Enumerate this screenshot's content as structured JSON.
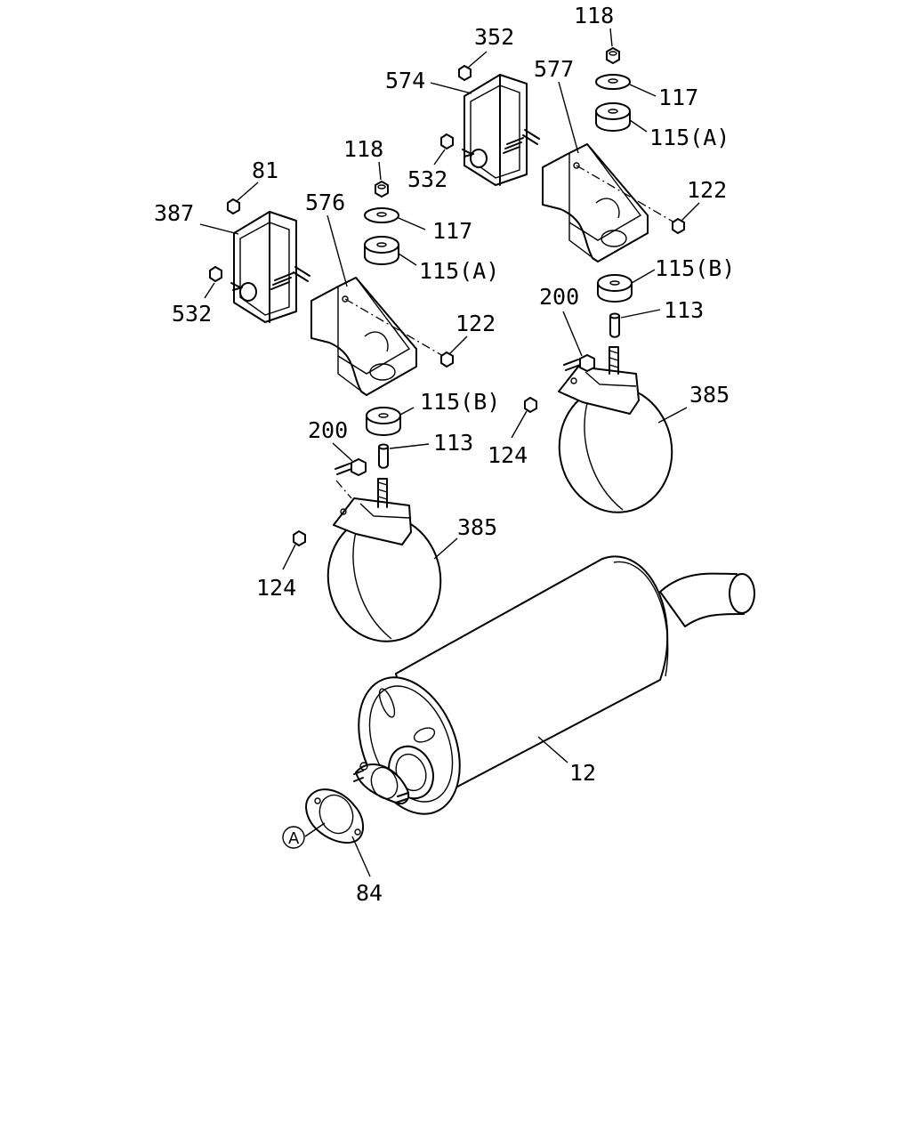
{
  "diagram": {
    "labels": {
      "p118_top": "118",
      "p352": "352",
      "p574": "574",
      "p577": "577",
      "p117_right": "117",
      "p115a_right": "115(A)",
      "p532_mid": "532",
      "p122_right": "122",
      "p115b_right": "115(B)",
      "p113_right": "113",
      "p200_right": "200",
      "p385_right": "385",
      "p124_right": "124",
      "p118_left": "118",
      "p81": "81",
      "p387": "387",
      "p576": "576",
      "p117_left": "117",
      "p115a_left": "115(A)",
      "p532_left": "532",
      "p122_left": "122",
      "p115b_left": "115(B)",
      "p200_left": "200",
      "p113_left": "113",
      "p385_left": "385",
      "p124_left": "124",
      "p12": "12",
      "p84": "84",
      "ref_a": "A"
    }
  }
}
